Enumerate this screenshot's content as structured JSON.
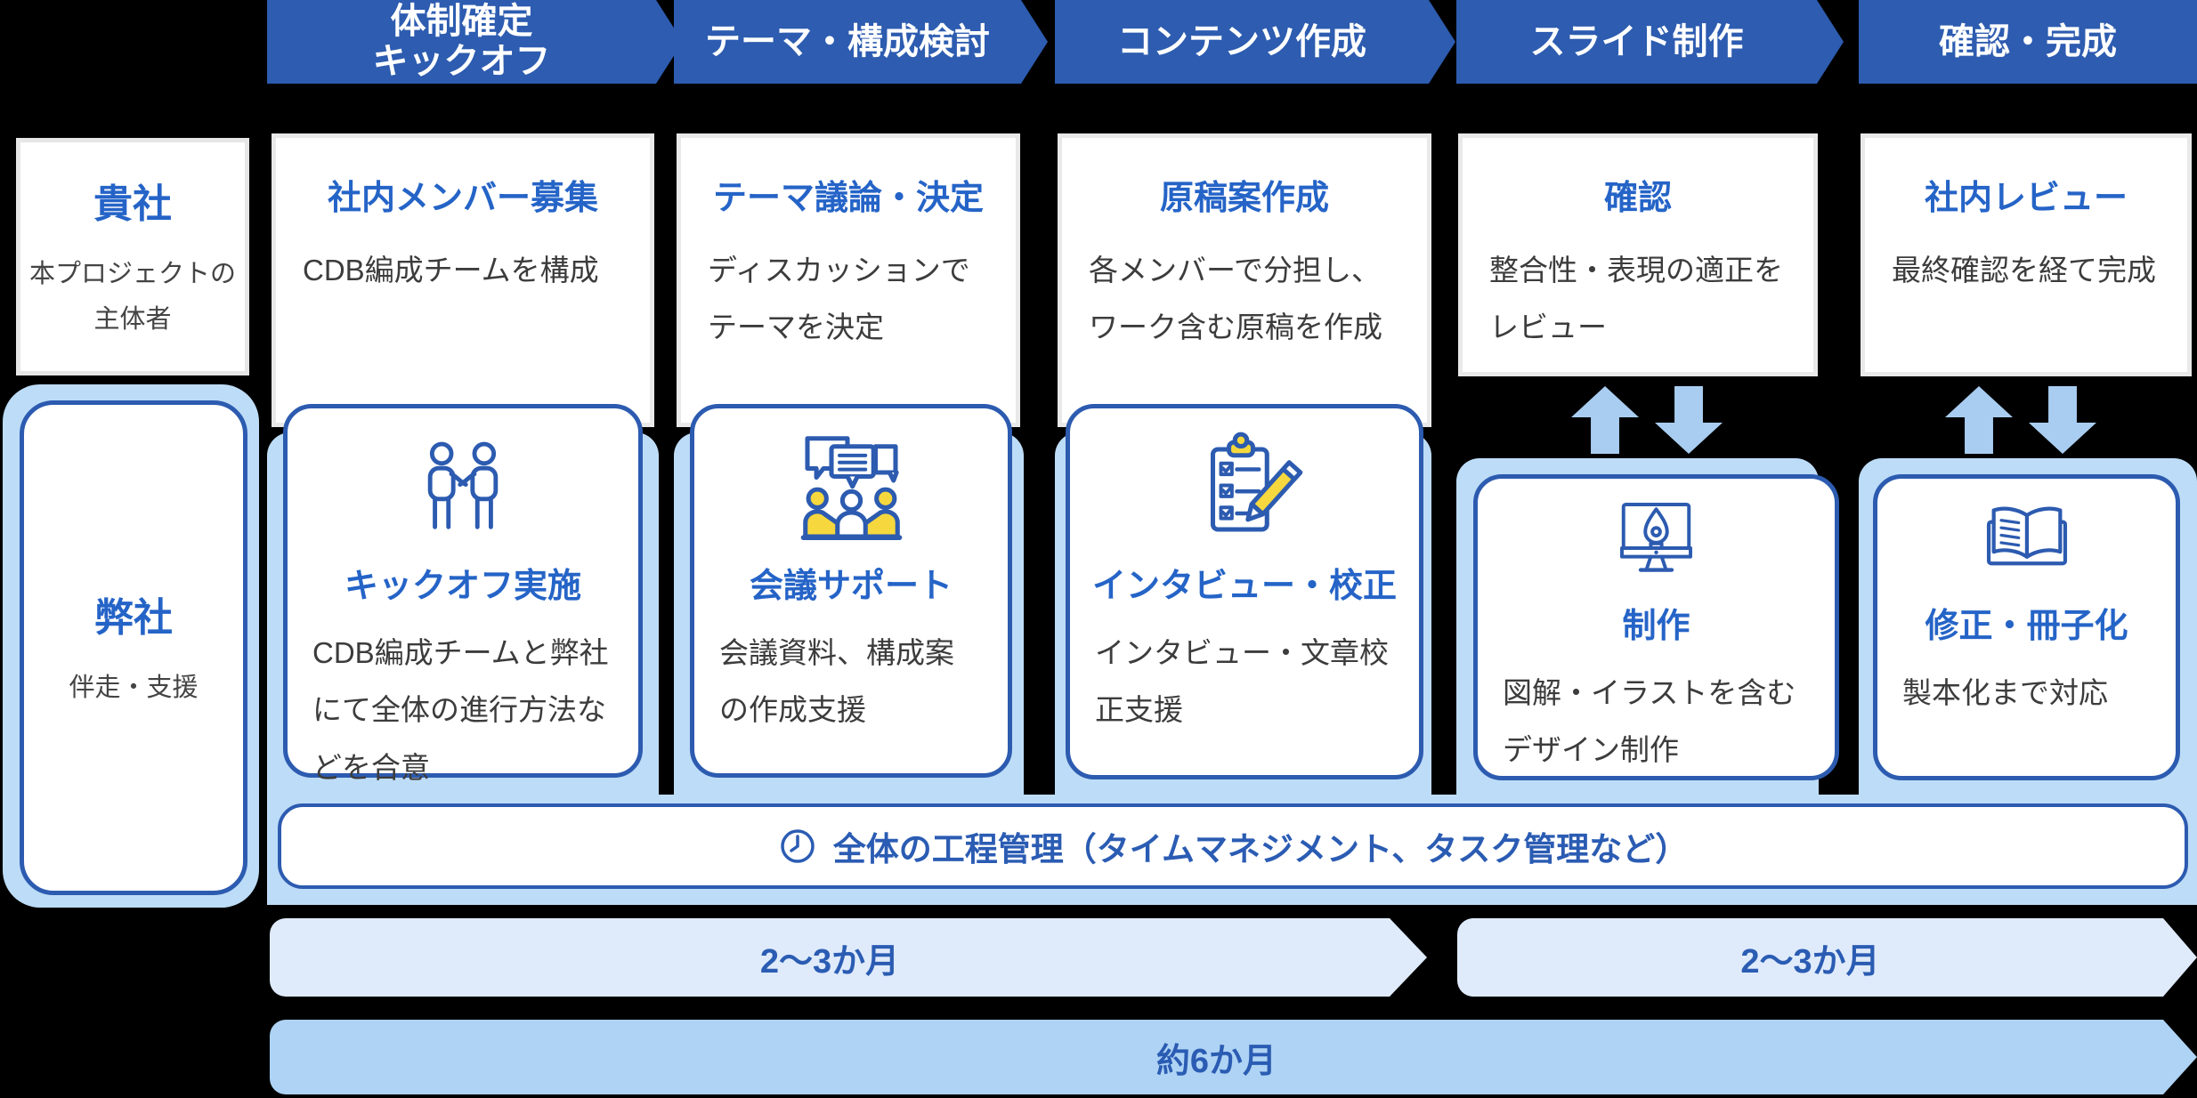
{
  "colors": {
    "header_blue": "#2d5cb0",
    "border_blue": "#2c5bb0",
    "title_blue": "#2564c7",
    "body_text": "#3c3c3c",
    "light_blue_panel": "#bddcf7",
    "timeline_light": "#dfebfb",
    "timeline_mid": "#aed3f4",
    "loop_arrow": "#a9cdf1",
    "icon_yellow": "#f6d83e",
    "background": "#000000"
  },
  "left_column": {
    "client": {
      "title": "貴社",
      "desc": "本プロジェクトの\n主体者"
    },
    "vendor": {
      "title": "弊社",
      "desc": "伴走・支援"
    }
  },
  "phases": [
    {
      "header": "体制確定\nキックオフ",
      "client": {
        "title": "社内メンバー募集",
        "desc": "CDB編成チームを構成"
      },
      "vendor": {
        "icon": "handshake-icon",
        "title": "キックオフ実施",
        "desc": "CDB編成チームと弊社にて全体の進行方法などを合意"
      }
    },
    {
      "header": "テーマ・構成検討",
      "client": {
        "title": "テーマ議論・決定",
        "desc": "ディスカッションでテーマを決定"
      },
      "vendor": {
        "icon": "meeting-icon",
        "title": "会議サポート",
        "desc": "会議資料、構成案の作成支援"
      }
    },
    {
      "header": "コンテンツ作成",
      "client": {
        "title": "原稿案作成",
        "desc": "各メンバーで分担し、ワーク含む原稿を作成"
      },
      "vendor": {
        "icon": "checklist-pen-icon",
        "title": "インタビュー・校正",
        "desc": "インタビュー・文章校正支援"
      }
    },
    {
      "header": "スライド制作",
      "client": {
        "title": "確認",
        "desc": "整合性・表現の適正をレビュー"
      },
      "vendor": {
        "icon": "design-monitor-icon",
        "title": "制作",
        "desc": "図解・イラストを含むデザイン制作"
      }
    },
    {
      "header": "確認・完成",
      "client": {
        "title": "社内レビュー",
        "desc": "最終確認を経て完成"
      },
      "vendor": {
        "icon": "booklet-icon",
        "title": "修正・冊子化",
        "desc": "製本化まで対応"
      }
    }
  ],
  "process_bar": {
    "icon": "clock-icon",
    "label": "全体の工程管理（タイムマネジメント、タスク管理など）"
  },
  "timeline": {
    "phase1_duration": "2〜3か月",
    "phase2_duration": "2〜3か月",
    "total_duration": "約6か月"
  }
}
